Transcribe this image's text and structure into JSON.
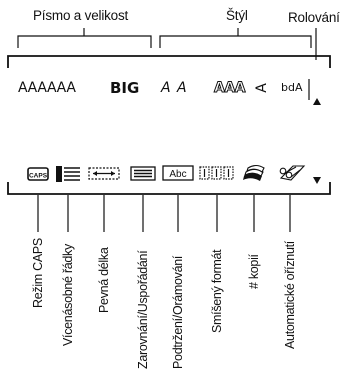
{
  "top_labels": {
    "font_and_size": "Písmo a velikost",
    "style": "Štýl",
    "scroll": "Rolování"
  },
  "display": {
    "font_samples": "AAAAAA",
    "big": "BIG",
    "italic_sample": "A A",
    "outline_sample": "AAA",
    "mirror_sample": "A",
    "vertical_sample": "bdA",
    "abc_box": "Abc",
    "caps_icon": "CAPS"
  },
  "icons": {
    "scroll_up": "triangle-up-icon",
    "scroll_down": "triangle-down-icon",
    "caps": "caps-icon",
    "multiline": "multiline-icon",
    "fixed_length": "fixed-length-icon",
    "alignment": "alignment-icon",
    "underline_box": "underline-box-icon",
    "mixed_format": "mixed-format-icon",
    "copies": "copies-icon",
    "auto_cut": "scissors-icon"
  },
  "bottom_labels": [
    "Režim CAPS",
    "Vícenásobné řádky",
    "Pevná délka",
    "Zarovnání/Uspořádání",
    "Podtržení/Orámování",
    "Smíšený formát",
    "# kopií",
    "Automatické oříznutí"
  ]
}
